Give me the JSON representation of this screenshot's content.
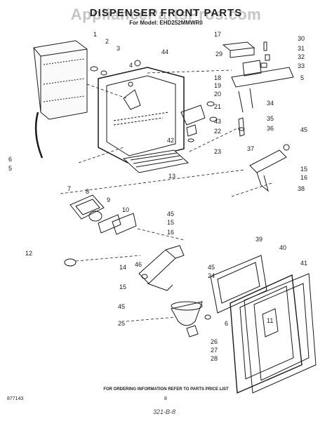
{
  "header": {
    "watermark": "AppliancePartsPros.com",
    "title": "DISPENSER FRONT PARTS",
    "model": "For Model: EHD252MMWR0"
  },
  "footer": {
    "ordering_note": "FOR ORDERING INFORMATION REFER TO PARTS PRICE LIST",
    "doc_number": "877143",
    "page_number": "8",
    "handwritten_note": "321-B-8"
  },
  "callouts": [
    {
      "id": "c1",
      "text": "1"
    },
    {
      "id": "c2",
      "text": "2"
    },
    {
      "id": "c3",
      "text": "3"
    },
    {
      "id": "c4",
      "text": "4"
    },
    {
      "id": "c44",
      "text": "44"
    },
    {
      "id": "c17",
      "text": "17"
    },
    {
      "id": "c29",
      "text": "29"
    },
    {
      "id": "c30",
      "text": "30"
    },
    {
      "id": "c31",
      "text": "31"
    },
    {
      "id": "c32",
      "text": "32"
    },
    {
      "id": "c33",
      "text": "33"
    },
    {
      "id": "c18",
      "text": "18"
    },
    {
      "id": "c19",
      "text": "19"
    },
    {
      "id": "c5a",
      "text": "5"
    },
    {
      "id": "c20",
      "text": "20"
    },
    {
      "id": "c21",
      "text": "21"
    },
    {
      "id": "c34",
      "text": "34"
    },
    {
      "id": "c35",
      "text": "35"
    },
    {
      "id": "c36",
      "text": "36"
    },
    {
      "id": "c43",
      "text": "43"
    },
    {
      "id": "c22",
      "text": "22"
    },
    {
      "id": "c42",
      "text": "42"
    },
    {
      "id": "c23",
      "text": "23"
    },
    {
      "id": "c37",
      "text": "37"
    },
    {
      "id": "c45a",
      "text": "45"
    },
    {
      "id": "c6a",
      "text": "6"
    },
    {
      "id": "c5b",
      "text": "5"
    },
    {
      "id": "c13",
      "text": "13"
    },
    {
      "id": "c15a",
      "text": "15"
    },
    {
      "id": "c16a",
      "text": "16"
    },
    {
      "id": "c38",
      "text": "38"
    },
    {
      "id": "c7",
      "text": "7"
    },
    {
      "id": "c8",
      "text": "8"
    },
    {
      "id": "c9",
      "text": "9"
    },
    {
      "id": "c10",
      "text": "10"
    },
    {
      "id": "c45b",
      "text": "45"
    },
    {
      "id": "c15b",
      "text": "15"
    },
    {
      "id": "c16b",
      "text": "16"
    },
    {
      "id": "c12",
      "text": "12"
    },
    {
      "id": "c39",
      "text": "39"
    },
    {
      "id": "c40",
      "text": "40"
    },
    {
      "id": "c41",
      "text": "41"
    },
    {
      "id": "c14",
      "text": "14"
    },
    {
      "id": "c46",
      "text": "46"
    },
    {
      "id": "c45c",
      "text": "45"
    },
    {
      "id": "c24",
      "text": "24"
    },
    {
      "id": "c15c",
      "text": "15"
    },
    {
      "id": "c45d",
      "text": "45"
    },
    {
      "id": "c25",
      "text": "25"
    },
    {
      "id": "c11",
      "text": "11"
    },
    {
      "id": "c6b",
      "text": "6"
    },
    {
      "id": "c26",
      "text": "26"
    },
    {
      "id": "c27",
      "text": "27"
    },
    {
      "id": "c28",
      "text": "28"
    }
  ]
}
